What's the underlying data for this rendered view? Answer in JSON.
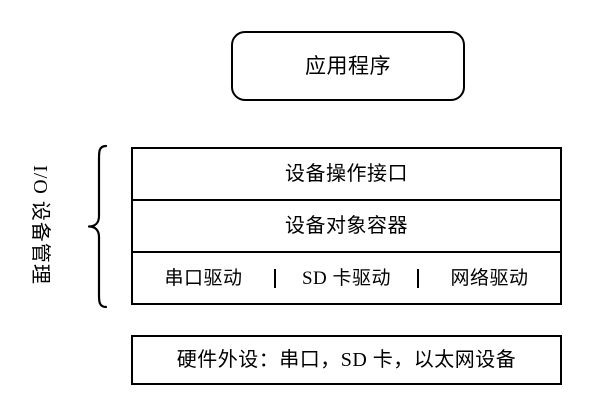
{
  "diagram": {
    "title_box": {
      "label": "应用程序"
    },
    "group": {
      "label": "I/O 设备管理",
      "brace_name": "curly-brace"
    },
    "stack": {
      "rows": [
        {
          "label": "设备操作接口"
        },
        {
          "label": "设备对象容器"
        }
      ],
      "drivers": [
        {
          "label": "串口驱动"
        },
        {
          "label": "SD 卡驱动"
        },
        {
          "label": "网络驱动"
        }
      ]
    },
    "hardware_box": {
      "label": "硬件外设：串口，SD 卡，以太网设备"
    },
    "colors": {
      "stroke": "#000000",
      "fill": "#ffffff",
      "text": "#000000"
    }
  }
}
